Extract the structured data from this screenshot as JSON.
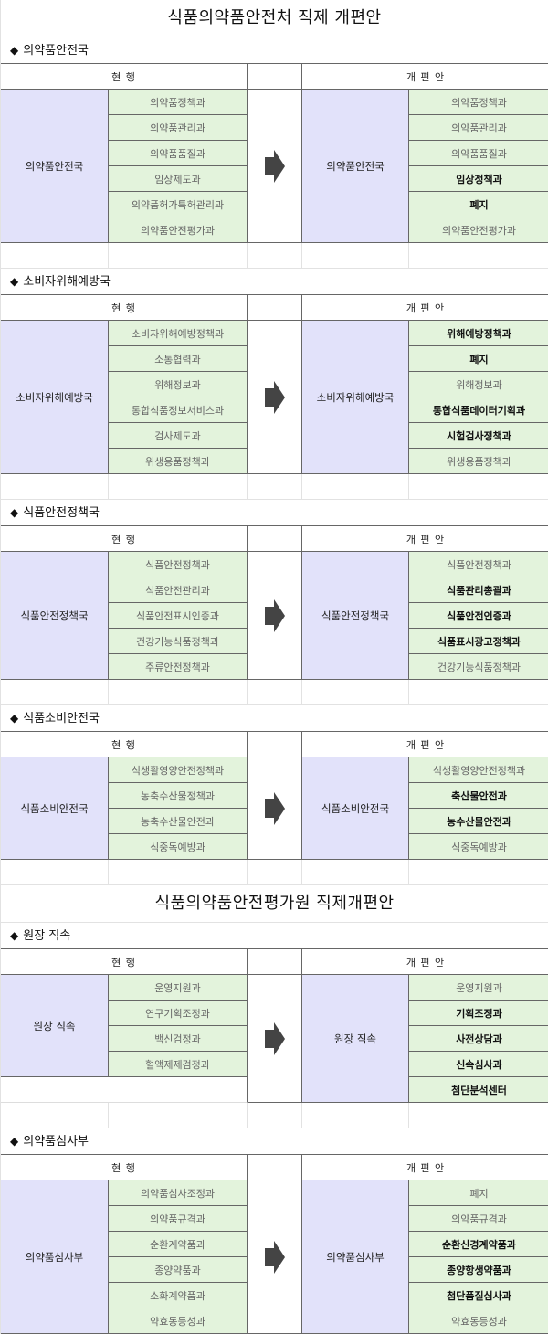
{
  "header": {
    "current": "현 행",
    "proposed": "개 편 안"
  },
  "colors": {
    "org_bg": "#e2e2fa",
    "item_bg": "#e3f3dc",
    "arrow": "#444444"
  },
  "parts": [
    {
      "title": "식품의약품안전처 직제 개편안",
      "sections": [
        {
          "heading": "의약품안전국",
          "current": {
            "org": "의약품안전국",
            "items": [
              "의약품정책과",
              "의약품관리과",
              "의약품품질과",
              "임상제도과",
              "의약품허가특허관리과",
              "의약품안전평가과"
            ]
          },
          "proposed": {
            "org": "의약품안전국",
            "items": [
              {
                "label": "의약품정책과",
                "changed": false
              },
              {
                "label": "의약품관리과",
                "changed": false
              },
              {
                "label": "의약품품질과",
                "changed": false
              },
              {
                "label": "임상정책과",
                "changed": true
              },
              {
                "label": "폐지",
                "changed": true
              },
              {
                "label": "의약품안전평가과",
                "changed": false
              }
            ]
          }
        },
        {
          "heading": "소비자위해예방국",
          "current": {
            "org": "소비자위해예방국",
            "items": [
              "소비자위해예방정책과",
              "소통협력과",
              "위해정보과",
              "통합식품정보서비스과",
              "검사제도과",
              "위생용품정책과"
            ]
          },
          "proposed": {
            "org": "소비자위해예방국",
            "items": [
              {
                "label": "위해예방정책과",
                "changed": true
              },
              {
                "label": "폐지",
                "changed": true
              },
              {
                "label": "위해정보과",
                "changed": false
              },
              {
                "label": "통합식품데이터기획과",
                "changed": true
              },
              {
                "label": "시험검사정책과",
                "changed": true
              },
              {
                "label": "위생용품정책과",
                "changed": false
              }
            ]
          }
        },
        {
          "heading": "식품안전정책국",
          "current": {
            "org": "식품안전정책국",
            "items": [
              "식품안전정책과",
              "식품안전관리과",
              "식품안전표시인증과",
              "건강기능식품정책과",
              "주류안전정책과"
            ]
          },
          "proposed": {
            "org": "식품안전정책국",
            "items": [
              {
                "label": "식품안전정책과",
                "changed": false
              },
              {
                "label": "식품관리총괄과",
                "changed": true
              },
              {
                "label": "식품안전인증과",
                "changed": true
              },
              {
                "label": "식품표시광고정책과",
                "changed": true
              },
              {
                "label": "건강기능식품정책과",
                "changed": false
              }
            ]
          }
        },
        {
          "heading": "식품소비안전국",
          "current": {
            "org": "식품소비안전국",
            "items": [
              "식생활영양안전정책과",
              "농축수산물정책과",
              "농축수산물안전과",
              "식중독예방과"
            ]
          },
          "proposed": {
            "org": "식품소비안전국",
            "items": [
              {
                "label": "식생활영양안전정책과",
                "changed": false
              },
              {
                "label": "축산물안전과",
                "changed": true
              },
              {
                "label": "농수산물안전과",
                "changed": true
              },
              {
                "label": "식중독예방과",
                "changed": false
              }
            ]
          }
        }
      ]
    },
    {
      "title": "식품의약품안전평가원 직제개편안",
      "sections": [
        {
          "heading": "원장 직속",
          "current": {
            "org": "원장 직속",
            "items": [
              "운영지원과",
              "연구기획조정과",
              "백신검정과",
              "혈액제제검정과"
            ]
          },
          "proposed": {
            "org": "원장 직속",
            "items": [
              {
                "label": "운영지원과",
                "changed": false
              },
              {
                "label": "기획조정과",
                "changed": true
              },
              {
                "label": "사전상담과",
                "changed": true
              },
              {
                "label": "신속심사과",
                "changed": true
              },
              {
                "label": "첨단분석센터",
                "changed": true
              }
            ]
          }
        },
        {
          "heading": "의약품심사부",
          "current": {
            "org": "의약품심사부",
            "items": [
              "의약품심사조정과",
              "의약품규격과",
              "순환계약품과",
              "종양약품과",
              "소화계약품과",
              "약효동등성과"
            ]
          },
          "proposed": {
            "org": "의약품심사부",
            "items": [
              {
                "label": "폐지",
                "changed": false
              },
              {
                "label": "의약품규격과",
                "changed": false
              },
              {
                "label": "순환신경계약품과",
                "changed": true
              },
              {
                "label": "종양항생약품과",
                "changed": true
              },
              {
                "label": "첨단품질심사과",
                "changed": true
              },
              {
                "label": "약효동등성과",
                "changed": false
              }
            ]
          }
        }
      ]
    }
  ]
}
